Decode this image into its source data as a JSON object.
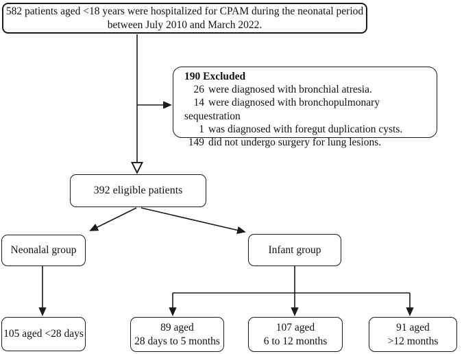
{
  "diagram": {
    "top_box": {
      "line1": "582 patients aged <18 years were hospitalized for CPAM during the neonatal period",
      "line2": "between July 2010 and March 2022."
    },
    "excluded_box": {
      "title": "190 Excluded",
      "items": [
        {
          "num": "26",
          "text": "were diagnosed with bronchial atresia."
        },
        {
          "num": "14",
          "text": "were diagnosed with bronchopulmonary sequestration"
        },
        {
          "num": "1",
          "text": "was diagnosed with foregut duplication cysts."
        },
        {
          "num": "149",
          "text": "did not undergo surgery for lung lesions."
        }
      ]
    },
    "eligible_box": {
      "label": "392 eligible patients"
    },
    "neonatal_box": {
      "label": "Neonalal group"
    },
    "infant_box": {
      "label": "Infant group"
    },
    "outcome_boxes": [
      {
        "label": "105 aged <28 days"
      },
      {
        "line1": "89 aged",
        "line2": "28 days to 5 months"
      },
      {
        "line1": "107 aged",
        "line2": "6 to 12 months"
      },
      {
        "line1": "91 aged",
        "line2": ">12 months"
      }
    ],
    "colors": {
      "line": "#1a1a1a",
      "text": "#111111",
      "background": "#ffffff"
    }
  }
}
